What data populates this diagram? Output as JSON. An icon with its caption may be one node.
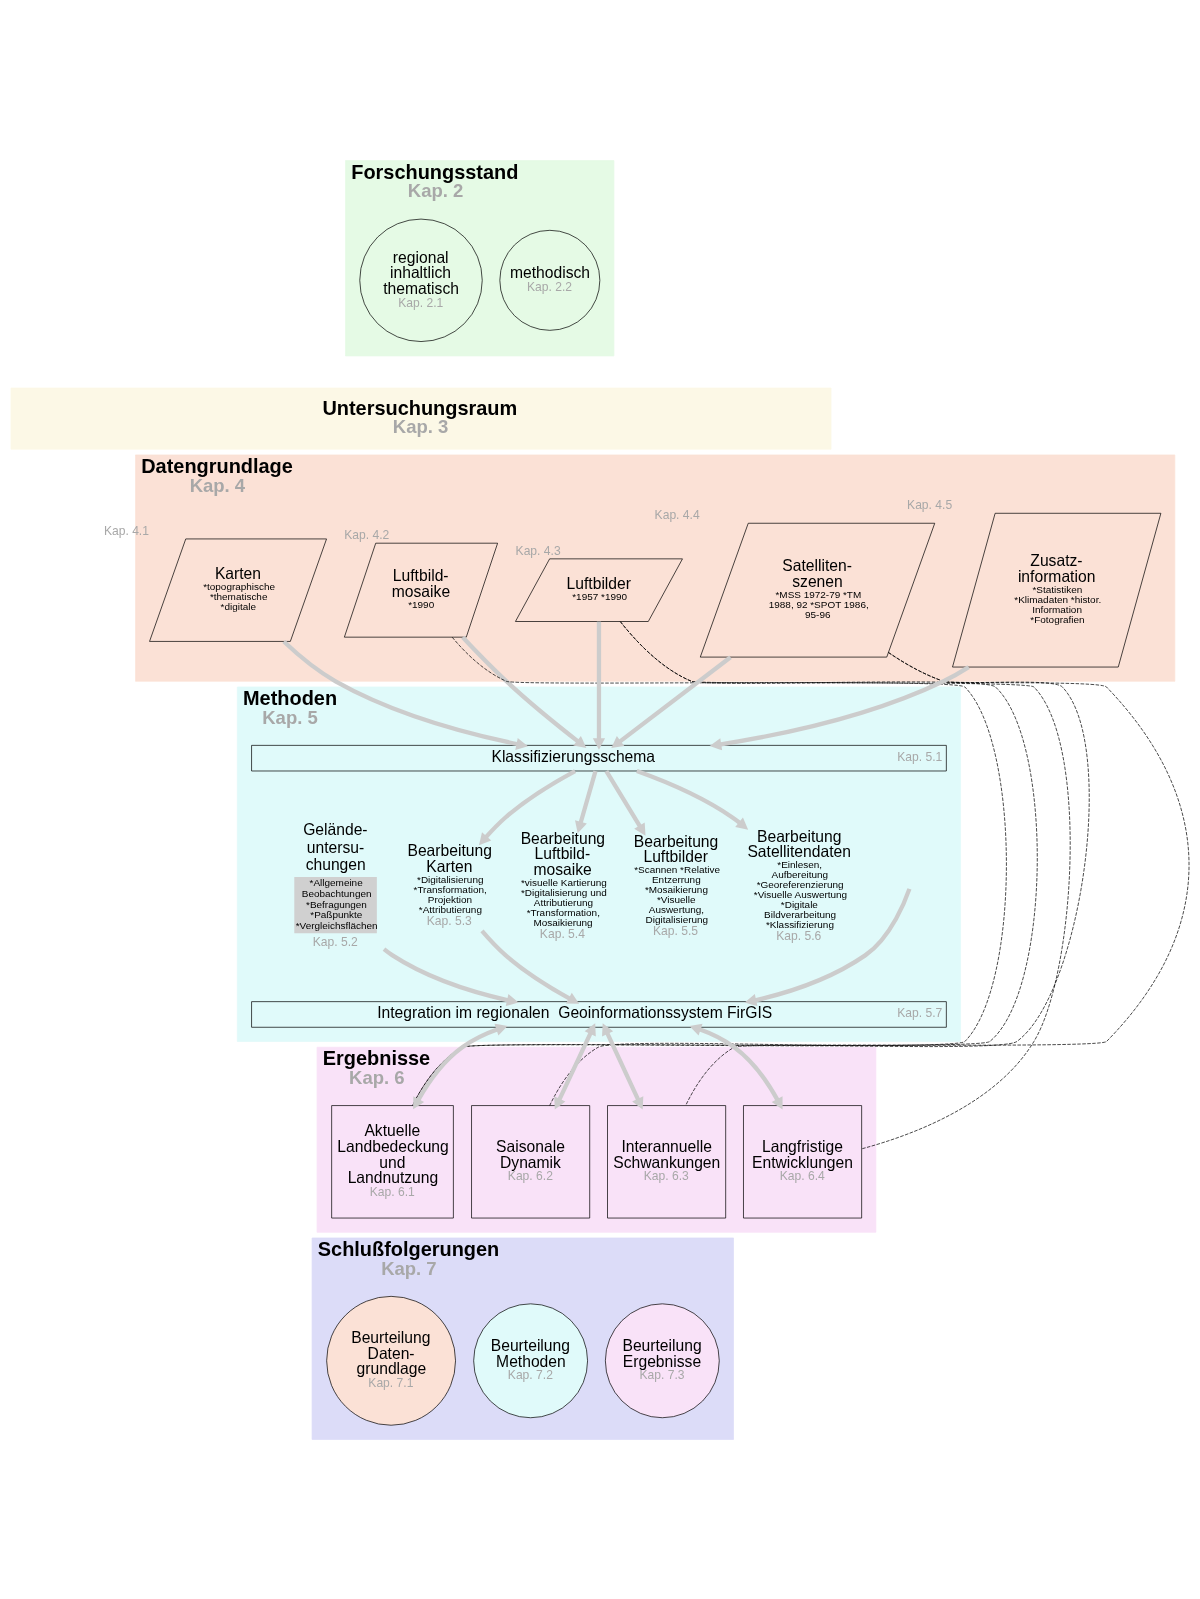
{
  "diagram": {
    "nodes": [
      {
        "text": [
          "Forschungsstand",
          "Kap. 2"
        ]
      },
      {
        "text": [
          "regional inhaltlich thematisch",
          "Kap. 2.1"
        ],
        "in": 0
      },
      {
        "text": [
          "methodisch",
          "Kap. 2.2"
        ],
        "in": 0
      },
      {
        "text": [
          "Untersuchungsraum",
          "Kap. 3"
        ]
      },
      {
        "text": [
          "Datengrundlage",
          "Kap. 4"
        ]
      },
      {
        "text": [
          "Karten",
          "*topographische *thematische *digitale"
        ],
        "beside": [
          "Kap. 4.1"
        ],
        "in": 4
      },
      {
        "text": [
          "Luftbild- mosaike",
          "*1990"
        ],
        "beside": [
          "Kap. 4.2"
        ],
        "in": 4
      },
      {
        "text": [
          "Luftbilder",
          "*1957 *1990"
        ],
        "beside": [
          "Kap. 4.3"
        ],
        "in": 4
      },
      {
        "text": [
          "Satelliten- szenen",
          "*MSS 1972-79 *TM 1988, 92 *SPOT 1986, 95-96"
        ],
        "beside": [
          "Kap. 4.4"
        ],
        "in": 4
      },
      {
        "text": [
          "Zusatz- information",
          "*Statistiken *Klimadaten *histor. Information *Fotografien"
        ],
        "beside": [
          "Kap. 4.5"
        ],
        "in": 4
      },
      {
        "text": [
          "Methoden",
          "Kap. 5"
        ]
      },
      {
        "text": [
          "Klassifizierungsschema",
          "Kap. 5.1"
        ],
        "in": 10
      },
      {
        "text": [
          "Gelände- untersu- chungen",
          "*Allgemeine Beobachtungen *Befragungen *Paßpunkte *Vergleichsflächen"
        ],
        "beside": [
          "Kap. 5.2"
        ],
        "in": 10
      },
      {
        "text": [
          "Bearbeitung Karten",
          "*Digitalisierung *Transformation, Projektion *Attributierung"
        ],
        "beside": [
          "Kap. 5.3"
        ],
        "in": 10
      },
      {
        "text": [
          "Bearbeitung Luftbild- mosaike",
          "*visuelle Kartierung *Digitalisierung und Attributierung *Transformation, Mosaikierung"
        ],
        "beside": [
          "Kap. 5.4"
        ],
        "in": 10
      },
      {
        "text": [
          "Bearbeitung Luftbilder",
          "*Scannen *Relative Entzerrung *Mosaikierung *Visuelle Auswertung, Digitalisierung"
        ],
        "beside": [
          "Kap. 5.5"
        ],
        "in": 10
      },
      {
        "text": [
          "Bearbeitung Satellitendaten",
          "*Einlesen, Aufbereitung *Georeferenzierung *Visuelle Auswertung *Digitale Bildverarbeitung *Klassifizierung"
        ],
        "beside": [
          "Kap. 5.6"
        ],
        "in": 10
      },
      {
        "text": [
          "Integration im regionalen  Geoinformationssystem FirGIS",
          "Kap. 5.7"
        ],
        "in": 10
      },
      {
        "text": [
          "Ergebnisse",
          "Kap. 6"
        ]
      },
      {
        "text": [
          "Aktuelle Landbedeckung und Landnutzung",
          "Kap. 6.1"
        ],
        "in": 18
      },
      {
        "text": [
          "Saisonale Dynamik",
          "Kap. 6.2"
        ],
        "in": 18
      },
      {
        "text": [
          "Interannuelle Schwankungen",
          "Kap. 6.3"
        ],
        "in": 18
      },
      {
        "text": [
          "Langfristige Entwicklungen",
          "Kap. 6.4"
        ],
        "in": 18
      },
      {
        "text": [
          "Schlußfolgerungen",
          "Kap. 7"
        ]
      },
      {
        "text": [
          "Beurteilung Daten- grundlage",
          "Kap. 7.1"
        ],
        "in": 23
      },
      {
        "text": [
          "Beurteilung Methoden",
          "Kap. 7.2"
        ],
        "in": 23
      },
      {
        "text": [
          "Beurteilung Ergebnisse",
          "Kap. 7.3"
        ],
        "in": 23
      }
    ],
    "edges": [
      {
        "from": 5,
        "to": 11,
        "arrow": "to"
      },
      {
        "from": 6,
        "to": 11,
        "arrow": "to"
      },
      {
        "from": 7,
        "to": 11,
        "arrow": "to"
      },
      {
        "from": 8,
        "to": 11,
        "arrow": "to"
      },
      {
        "from": 9,
        "to": 11,
        "arrow": "to"
      },
      {
        "from": 11,
        "to": 13,
        "arrow": "to"
      },
      {
        "from": 11,
        "to": 14,
        "arrow": "to"
      },
      {
        "from": 11,
        "to": 15,
        "arrow": "to"
      },
      {
        "from": 11,
        "to": 16,
        "arrow": "to"
      },
      {
        "from": 12,
        "to": 17,
        "arrow": "to"
      },
      {
        "from": 13,
        "to": 17,
        "arrow": "to"
      },
      {
        "from": null,
        "to": 17,
        "arrow": "to"
      },
      {
        "from": 17,
        "to": 19,
        "arrow": "both"
      },
      {
        "from": 17,
        "to": 20,
        "arrow": "both"
      },
      {
        "from": 17,
        "to": 21,
        "arrow": "both"
      },
      {
        "from": 17,
        "to": 22,
        "arrow": "both"
      },
      {
        "from": 6,
        "to": 19,
        "arrow": "none",
        "style": "dashed",
        "color": "#000000"
      },
      {
        "from": 7,
        "to": 19,
        "arrow": "none",
        "style": "dashed",
        "color": "#000000"
      },
      {
        "from": 7,
        "to": 22,
        "arrow": "none",
        "style": "dashed",
        "color": "#000000"
      },
      {
        "from": 8,
        "to": 20,
        "arrow": "none",
        "style": "dashed",
        "color": "#000000"
      },
      {
        "from": 8,
        "to": 21,
        "arrow": "none",
        "style": "dashed",
        "color": "#000000"
      }
    ]
  }
}
